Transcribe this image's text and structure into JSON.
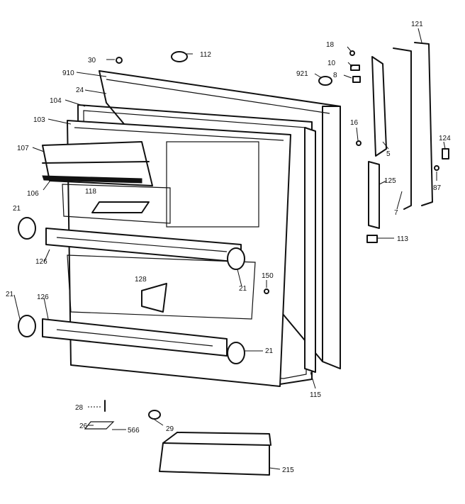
{
  "callouts": [
    "30",
    "112",
    "910",
    "24",
    "104",
    "103",
    "107",
    "106",
    "118",
    "21",
    "126",
    "128",
    "21",
    "126",
    "21",
    "150",
    "21",
    "115",
    "18",
    "10",
    "8",
    "921",
    "16",
    "5",
    "121",
    "124",
    "125",
    "87",
    "7",
    "113",
    "28",
    "26",
    "566",
    "29",
    "215"
  ],
  "colors": {
    "line": "#111111",
    "background": "#ffffff"
  }
}
